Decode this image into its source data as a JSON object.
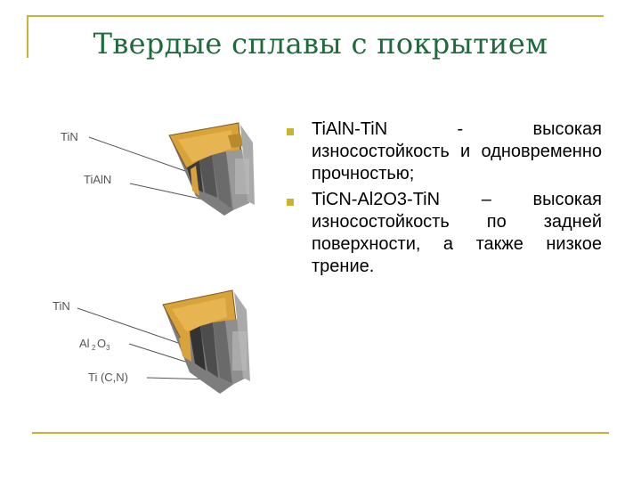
{
  "slide": {
    "title": "Твердые сплавы с покрытием",
    "colors": {
      "accent": "#c8b432",
      "title": "#1f6a3c",
      "insert_gold": "#d9a23a"
    }
  },
  "diagram_top": {
    "labels": [
      "TiN",
      "TiAlN"
    ]
  },
  "diagram_bottom": {
    "labels": [
      "TiN",
      "Al",
      "2",
      "O",
      "3",
      "Ti (C,N)"
    ]
  },
  "bullets": [
    "TiAlN-TiN - высокая износостойкость и одновременно прочностью;",
    "TiCN-Al2O3-TiN – высокая износостойкость по задней поверхности, а также низкое трение."
  ]
}
